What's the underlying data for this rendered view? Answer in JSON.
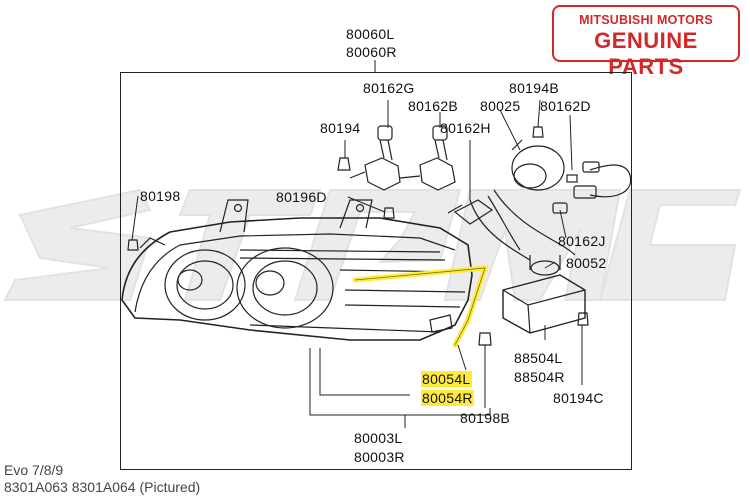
{
  "badge": {
    "line1": "MITSUBISHI MOTORS",
    "line2": "GENUINE PARTS"
  },
  "parts": {
    "p80060L": "80060L",
    "p80060R": "80060R",
    "p80162G": "80162G",
    "p80162B": "80162B",
    "p80025": "80025",
    "p80194B": "80194B",
    "p80162D": "80162D",
    "p80194": "80194",
    "p80162H": "80162H",
    "p80198": "80198",
    "p80196D": "80196D",
    "p80162J": "80162J",
    "p80052": "80052",
    "p88504L": "88504L",
    "p88504R": "88504R",
    "p80194C": "80194C",
    "p80054L": "80054L",
    "p80054R": "80054R",
    "p80198B": "80198B",
    "p80003L": "80003L",
    "p80003R": "80003R"
  },
  "footer": {
    "model": "Evo 7/8/9",
    "pictured": "8301A063 8301A064  (Pictured)"
  },
  "colors": {
    "highlight": "#ffea3a",
    "badge": "#d32828",
    "watermark": "#e9e9e9"
  }
}
